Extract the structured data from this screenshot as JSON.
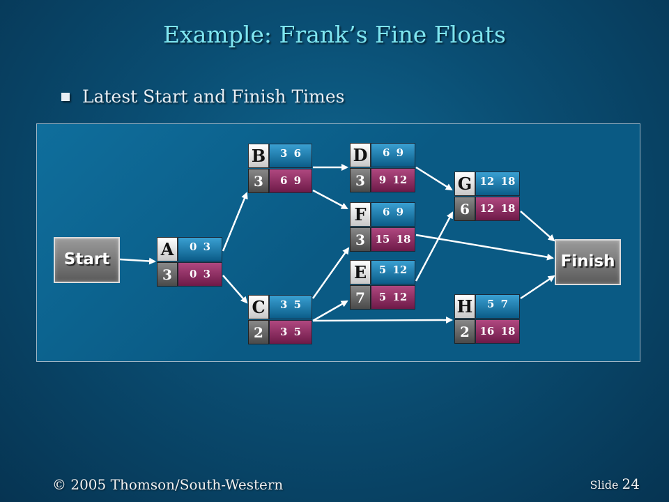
{
  "title": "Example:  Frank’s Fine Floats",
  "bullet": "Latest Start and Finish Times",
  "footer": {
    "copyright": "© 2005  Thomson/South-Western",
    "slide_word": "Slide",
    "slide_number": "24"
  },
  "terminals": {
    "start": "Start",
    "finish": "Finish"
  },
  "nodes": {
    "A": {
      "letter": "A",
      "duration": "3",
      "es_ef": "0  3",
      "ls_lf": "0  3"
    },
    "B": {
      "letter": "B",
      "duration": "3",
      "es_ef": "3  6",
      "ls_lf": "6  9"
    },
    "C": {
      "letter": "C",
      "duration": "2",
      "es_ef": "3  5",
      "ls_lf": "3  5"
    },
    "D": {
      "letter": "D",
      "duration": "3",
      "es_ef": "6   9",
      "ls_lf": "9  12"
    },
    "E": {
      "letter": "E",
      "duration": "7",
      "es_ef": "5  12",
      "ls_lf": "5  12"
    },
    "F": {
      "letter": "F",
      "duration": "3",
      "es_ef": "6  9",
      "ls_lf": "15 18"
    },
    "G": {
      "letter": "G",
      "duration": "6",
      "es_ef": "12 18",
      "ls_lf": "12 18"
    },
    "H": {
      "letter": "H",
      "duration": "2",
      "es_ef": "5   7",
      "ls_lf": "16 18"
    }
  },
  "colors": {
    "title": "#7fe6f0",
    "earliest_cell": "#1a7fb4",
    "latest_cell": "#8c2c62",
    "arrow": "#ffffff"
  }
}
